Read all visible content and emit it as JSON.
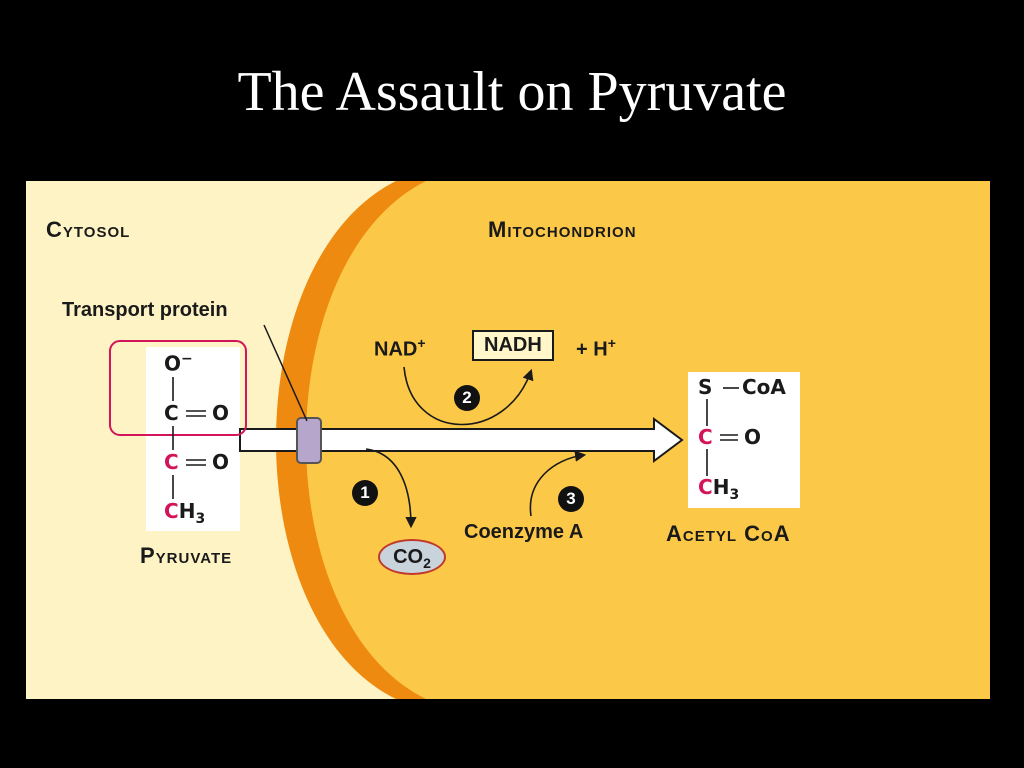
{
  "slide": {
    "title": "The Assault on Pyruvate"
  },
  "colors": {
    "cytosol": "#fdf3c4",
    "mitochondrion": "#fcc847",
    "membrane": "#ee8a10",
    "highlight": "#d4145a",
    "transport_protein": "#b7a6cc"
  },
  "regions": {
    "cytosol": "Cytosol",
    "mitochondrion": "Mitochondrion"
  },
  "labels": {
    "transport_protein": "Transport protein",
    "pyruvate": "Pyruvate",
    "acetyl_coa": "Acetyl CoA",
    "coenzyme_a": "Coenzyme A",
    "nad": "NAD",
    "nad_sup": "+",
    "nadh": "NADH",
    "plus_h": "+ H",
    "plus_h_sup": "+",
    "co2_base": "CO",
    "co2_sub": "2"
  },
  "pyruvate_structure": {
    "o_minus": "O",
    "o_minus_sup": "−",
    "c1": "C",
    "o1": "O",
    "c2": "C",
    "o2": "O",
    "ch3_c": "C",
    "ch3_h": "H",
    "ch3_sub": "3"
  },
  "acetyl_structure": {
    "s": "S",
    "coa": "CoA",
    "c": "C",
    "o": "O",
    "ch3_c": "C",
    "ch3_h": "H",
    "ch3_sub": "3"
  },
  "steps": [
    "1",
    "2",
    "3"
  ]
}
